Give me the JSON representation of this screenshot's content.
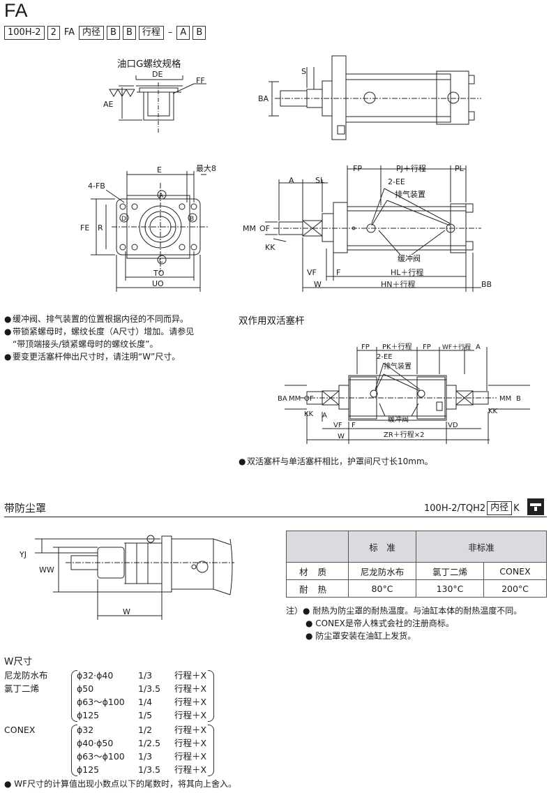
{
  "header": {
    "title": "FA",
    "model_code": [
      {
        "text": "100H-2",
        "boxed": true
      },
      {
        "text": "2",
        "boxed": true
      },
      {
        "text": "FA",
        "boxed": false
      },
      {
        "text": "内径",
        "boxed": true
      },
      {
        "text": "B",
        "boxed": true
      },
      {
        "text": "B",
        "boxed": true
      },
      {
        "text": "行程",
        "boxed": true
      },
      {
        "text": "–",
        "boxed": false
      },
      {
        "text": "A",
        "boxed": true
      },
      {
        "text": "B",
        "boxed": true
      }
    ]
  },
  "port_spec": {
    "title": "油口G螺纹规格",
    "de": "DE",
    "ff": "FF",
    "ae": "AE"
  },
  "side_view": {
    "s": "S",
    "ba": "BA"
  },
  "front_view": {
    "e": "E",
    "max8": "最大8",
    "fb": "4-FB",
    "fe": "FE",
    "r": "R",
    "a": "A",
    "d": "D",
    "b": "B",
    "c": "C",
    "to": "TO",
    "uo": "UO"
  },
  "main_view": {
    "fp": "FP",
    "pj": "PJ＋行程",
    "pl": "PL",
    "a": "A",
    "sl": "SL",
    "ee": "2-EE",
    "bleed": "排气装置",
    "mm": "MM",
    "of": "OF",
    "kk": "KK",
    "cushion": "缓冲阀",
    "vf": "VF",
    "f": "F",
    "hl": "HL＋行程",
    "w": "W",
    "hn": "HN＋行程",
    "bb": "BB"
  },
  "notes": [
    "缓冲阀、排气装置的位置根据内径的不同而异。",
    "带锁紧螺母时，螺纹长度（A尺寸）增加。请参见",
    "“带顶端接头/锁紧螺母时的螺纹长度”。",
    "要变更活塞杆伸出尺寸时，请注明“W”尺寸。"
  ],
  "double_rod": {
    "title": "双作用双活塞杆",
    "fp": "FP",
    "pk": "PK＋行程",
    "fp2": "FP",
    "wf": "WF＋行程",
    "a": "A",
    "ee": "2-EE",
    "bleed": "排气装置",
    "ba": "BA",
    "mm": "MM",
    "of": "OF",
    "mm2": "MM",
    "b": "B",
    "kk": "KK",
    "kk2": "KK",
    "a2": "A",
    "vf": "VF",
    "f": "F",
    "cushion": "缓冲阀",
    "vd": "VD",
    "w": "W",
    "zr": "ZR＋行程×2",
    "note": "双活塞杆与单活塞杆相比，护罩间尺寸长10mm。"
  },
  "dust_cover": {
    "title": "带防尘罩",
    "code": "100H-2/TQH2",
    "code_box": "内径",
    "code_suffix": "K",
    "yj": "YJ",
    "ww": "WW",
    "w": "W",
    "table": {
      "head": [
        "标　准",
        "非标准"
      ],
      "rows": [
        {
          "label": "材质",
          "values": [
            "尼龙防水布",
            "氯丁二烯",
            "CONEX"
          ]
        },
        {
          "label": "耐热",
          "values": [
            "80°C",
            "130°C",
            "200°C"
          ]
        }
      ]
    },
    "notes": [
      "注）● 耐热为防尘罩的耐热温度。与油缸本体的耐热温度不同。",
      "● CONEX是帝人株式会社的注册商标。",
      "● 防尘罩安装在油缸上发货。"
    ]
  },
  "w_size": {
    "title": "W尺寸",
    "groups": [
      {
        "materials": [
          "尼龙防水布",
          "氯丁二烯"
        ],
        "rows": [
          [
            "ϕ32·ϕ40",
            "1/3",
            "行程＋X"
          ],
          [
            "ϕ50",
            "1/3.5",
            "行程＋X"
          ],
          [
            "ϕ63～ϕ100",
            "1/4",
            "行程＋X"
          ],
          [
            "ϕ125",
            "1/5",
            "行程＋X"
          ]
        ]
      },
      {
        "materials": [
          "CONEX"
        ],
        "rows": [
          [
            "ϕ32",
            "1/2",
            "行程＋X"
          ],
          [
            "ϕ40·ϕ50",
            "1/2.5",
            "行程＋X"
          ],
          [
            "ϕ63～ϕ100",
            "1/3",
            "行程＋X"
          ],
          [
            "ϕ125",
            "1/3.5",
            "行程＋X"
          ]
        ]
      }
    ],
    "footnote": "● WF尺寸的计算值出现小数点以下的尾数时，将其向上舍入。"
  }
}
